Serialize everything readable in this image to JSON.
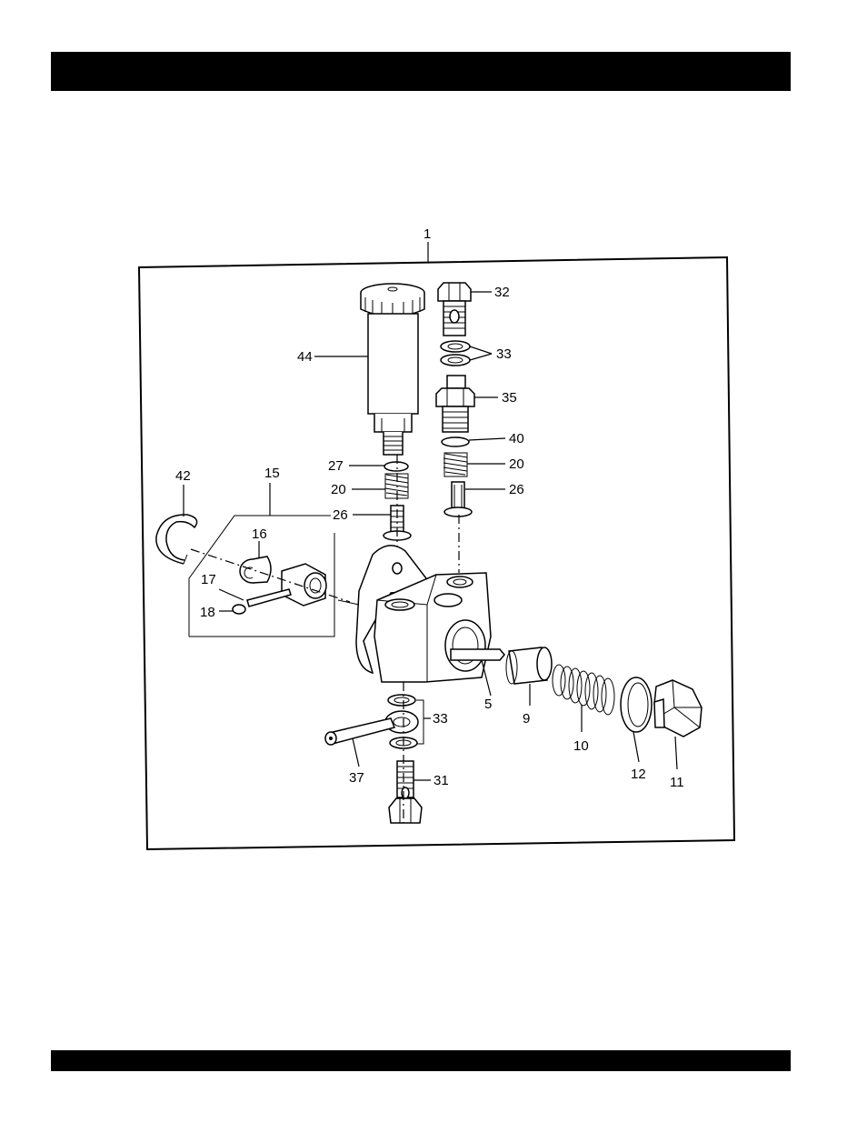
{
  "callouts": {
    "c1": "1",
    "c44": "44",
    "c32": "32",
    "c33a": "33",
    "c35": "35",
    "c40": "40",
    "c20a": "20",
    "c26a": "26",
    "c27": "27",
    "c20b": "20",
    "c26b": "26",
    "c42": "42",
    "c15": "15",
    "c16": "16",
    "c17": "17",
    "c18": "18",
    "c5": "5",
    "c9": "9",
    "c10": "10",
    "c12": "12",
    "c11": "11",
    "c33b": "33",
    "c37": "37",
    "c31": "31"
  }
}
